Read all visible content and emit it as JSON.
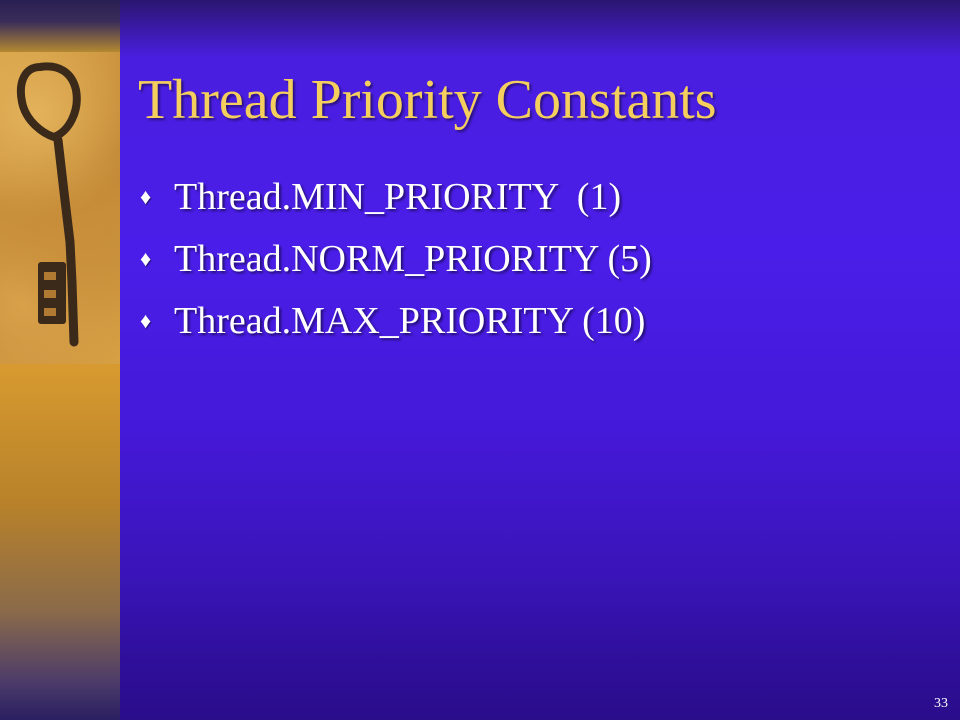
{
  "slide": {
    "title": "Thread Priority Constants",
    "bullet_glyph": "♦",
    "bullets": [
      "Thread.MIN_PRIORITY  (1)",
      "Thread.NORM_PRIORITY (5)",
      "Thread.MAX_PRIORITY (10)"
    ],
    "slide_number": "33"
  },
  "colors": {
    "title": "#f5cf5e",
    "body_text": "#ffffff",
    "background": "#4a1ee8",
    "sidebar": "#e0a631"
  },
  "icons": {
    "sidebar_image": "key-icon"
  }
}
